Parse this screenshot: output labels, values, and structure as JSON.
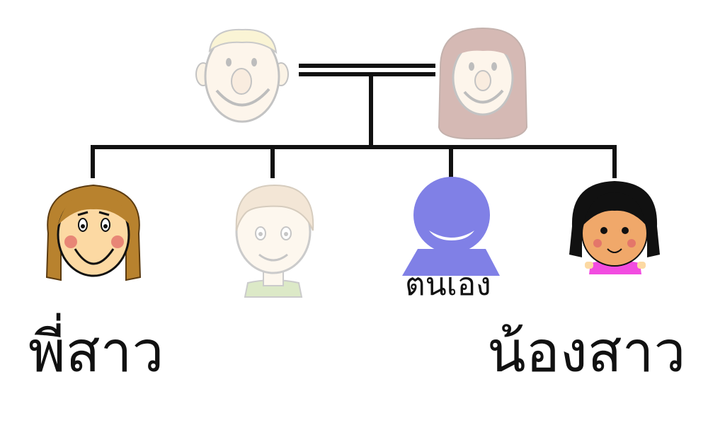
{
  "labels": {
    "self": "ตนเอง",
    "older_sister": "พี่สาว",
    "younger_sister": "น้องสาว"
  },
  "family": {
    "parents": [
      "father-icon",
      "mother-icon"
    ],
    "children": [
      "older-sister-icon",
      "brother-icon",
      "self-icon",
      "younger-sister-icon"
    ],
    "faded": [
      "father-icon",
      "mother-icon",
      "brother-icon"
    ]
  },
  "colors": {
    "line": "#111111",
    "self_figure": "#8080e6",
    "older_sister_hair": "#b8822e",
    "younger_sister_hair": "#111111",
    "younger_sister_shirt": "#f24ce0",
    "skin": "#fcd9a3"
  }
}
